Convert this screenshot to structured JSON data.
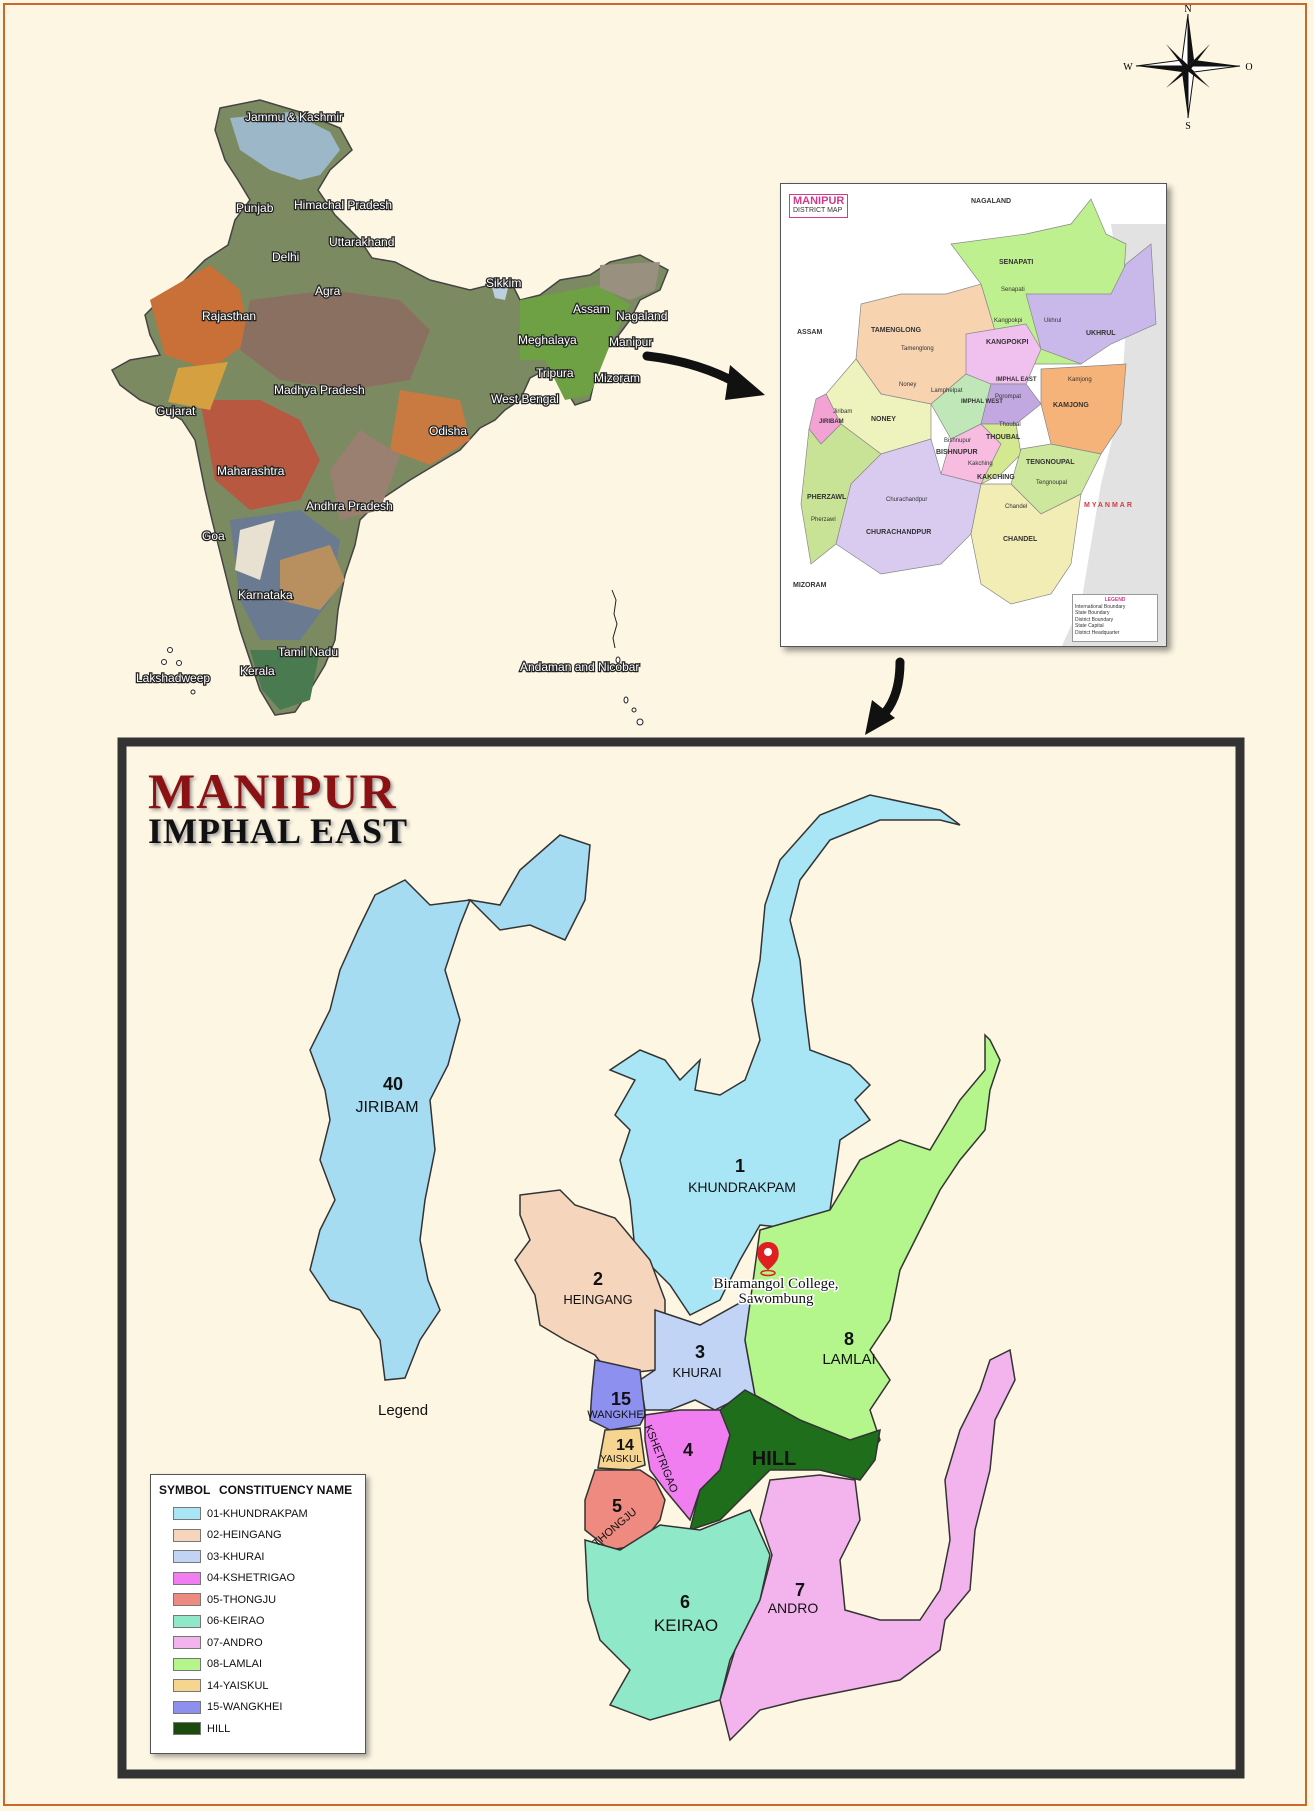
{
  "compass": {
    "n": "N",
    "s": "S",
    "w": "W",
    "e": "O"
  },
  "india": {
    "states": [
      "Jammu & Kashmir",
      "Punjab",
      "Himachal Pradesh",
      "Uttarakhand",
      "Delhi",
      "Agra",
      "Rajasthan",
      "Sikkim",
      "Assam",
      "Nagaland",
      "Meghalaya",
      "Manipur",
      "Tripura",
      "Mizoram",
      "West Bengal",
      "Gujarat",
      "Madhya Pradesh",
      "Odisha",
      "Maharashtra",
      "Andhra Pradesh",
      "Goa",
      "Karnataka",
      "Tamil Nadu",
      "Kerala",
      "Lakshadweep",
      "Andaman and Nicobar"
    ]
  },
  "district_map": {
    "title": "MANIPUR",
    "subtitle": "DISTRICT MAP",
    "neighbours": {
      "north": "NAGALAND",
      "west": "ASSAM",
      "east": "MYANMAR",
      "south": "MIZORAM"
    },
    "districts": [
      "SENAPATI",
      "TAMENGLONG",
      "KANGPOKPI",
      "UKHRUL",
      "IMPHAL EAST",
      "IMPHAL WEST",
      "NONEY",
      "JIRIBAM",
      "KAMJONG",
      "THOUBAL",
      "BISHNUPUR",
      "KAKCHING",
      "TENGNOUPAL",
      "PHERZAWL",
      "CHURACHANDPUR",
      "CHANDEL"
    ],
    "towns": [
      "Senapati",
      "Kangpokpi",
      "Ukhrul",
      "Tamenglong",
      "Noney",
      "Lamphelpat",
      "Porompat",
      "Kamjong",
      "Thoubal",
      "Bishnupur",
      "Kakching",
      "Tengnoupal",
      "Churachandpur",
      "Chandel",
      "Pherzawl",
      "Jiribam"
    ],
    "legend": {
      "title": "LEGEND",
      "items": [
        "International Boundary",
        "State Boundary",
        "District Boundary",
        "State Capital",
        "District Headquarter"
      ]
    }
  },
  "main_map": {
    "title": "MANIPUR",
    "subtitle": "IMPHAL EAST",
    "marker_label_line1": "Biramangol College,",
    "marker_label_line2": "Sawombung",
    "legend_title": "Legend",
    "legend_head_symbol": "SYMBOL",
    "legend_head_name": "CONSTITUENCY NAME",
    "legend": [
      {
        "label": "01-KHUNDRAKPAM",
        "color": "#a8e6f5"
      },
      {
        "label": "02-HEINGANG",
        "color": "#f5d6bd"
      },
      {
        "label": "03-KHURAI",
        "color": "#c1d4f5"
      },
      {
        "label": "04-KSHETRIGAO",
        "color": "#f07ef0"
      },
      {
        "label": "05-THONGJU",
        "color": "#ee8a80"
      },
      {
        "label": "06-KEIRAO",
        "color": "#8fe8c8"
      },
      {
        "label": "07-ANDRO",
        "color": "#f3b4ee"
      },
      {
        "label": "08-LAMLAI",
        "color": "#b4f58c"
      },
      {
        "label": "14-YAISKUL",
        "color": "#f5d590"
      },
      {
        "label": "15-WANGKHEI",
        "color": "#8e90f0"
      },
      {
        "label": "HILL",
        "color": "#1a4a0e"
      }
    ],
    "regions": [
      {
        "num": "40",
        "name": "JIRIBAM"
      },
      {
        "num": "1",
        "name": "KHUNDRAKPAM"
      },
      {
        "num": "2",
        "name": "HEINGANG"
      },
      {
        "num": "3",
        "name": "KHURAI"
      },
      {
        "num": "8",
        "name": "LAMLAI"
      },
      {
        "num": "15",
        "name": "WANGKHEI"
      },
      {
        "num": "14",
        "name": "YAISKUL"
      },
      {
        "num": "4",
        "name": "KSHETRIGAO"
      },
      {
        "num": "",
        "name": "HILL"
      },
      {
        "num": "5",
        "name": "THONGJU"
      },
      {
        "num": "6",
        "name": "KEIRAO"
      },
      {
        "num": "7",
        "name": "ANDRO"
      }
    ]
  }
}
